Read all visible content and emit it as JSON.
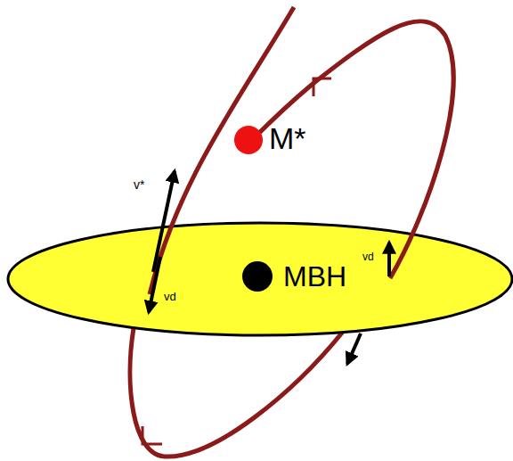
{
  "diagram": {
    "labels": [
      "M*",
      "MBH",
      "v*",
      "vd",
      "vd"
    ]
  }
}
